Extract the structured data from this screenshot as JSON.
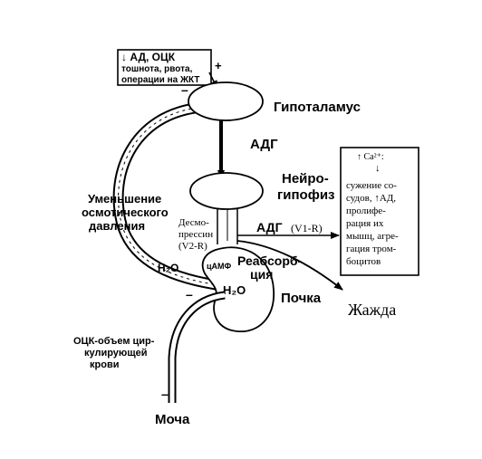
{
  "stimulus_box": {
    "line1": "↓ АД, ОЦК",
    "line2": "тошнота, рвота,",
    "line3": "операции на ЖКТ"
  },
  "signs": {
    "plus_top": "+",
    "minus_left": "–",
    "minus_kidney": "–",
    "minus_bottom": "–"
  },
  "labels": {
    "hypothalamus": "Гипоталамус",
    "adh_upper": "АДГ",
    "neuro_line1": "Нейро-",
    "neuro_line2": "гипофиз",
    "osmotic_line1": "Уменьшение",
    "osmotic_line2": "осмотического",
    "osmotic_line3": "давления",
    "desmo_line1": "Десмо-",
    "desmo_line2": "прессин",
    "desmo_line3": "(V2-R)",
    "adh_right": "АДГ",
    "v1r": "(V1-R)",
    "camp": "цАМФ",
    "reabs_line1": "Реабсорб-",
    "reabs_line2": "ция",
    "h2o_kidney": "H₂O",
    "h2o_vessel": "H₂O",
    "kidney": "Почка",
    "thirst": "Жажда",
    "ock_line1": "ОЦК-объем цир-",
    "ock_line2": "кулирующей",
    "ock_line3": "крови",
    "urine": "Моча"
  },
  "effects_box": {
    "ca": "↑ Ca²⁺:",
    "arrow": "↓",
    "lines": [
      "сужение со-",
      "судов, ↑АД,",
      "пролифе-",
      "рация    их",
      "мышц, агре-",
      "гация тром-",
      "боцитов"
    ]
  }
}
